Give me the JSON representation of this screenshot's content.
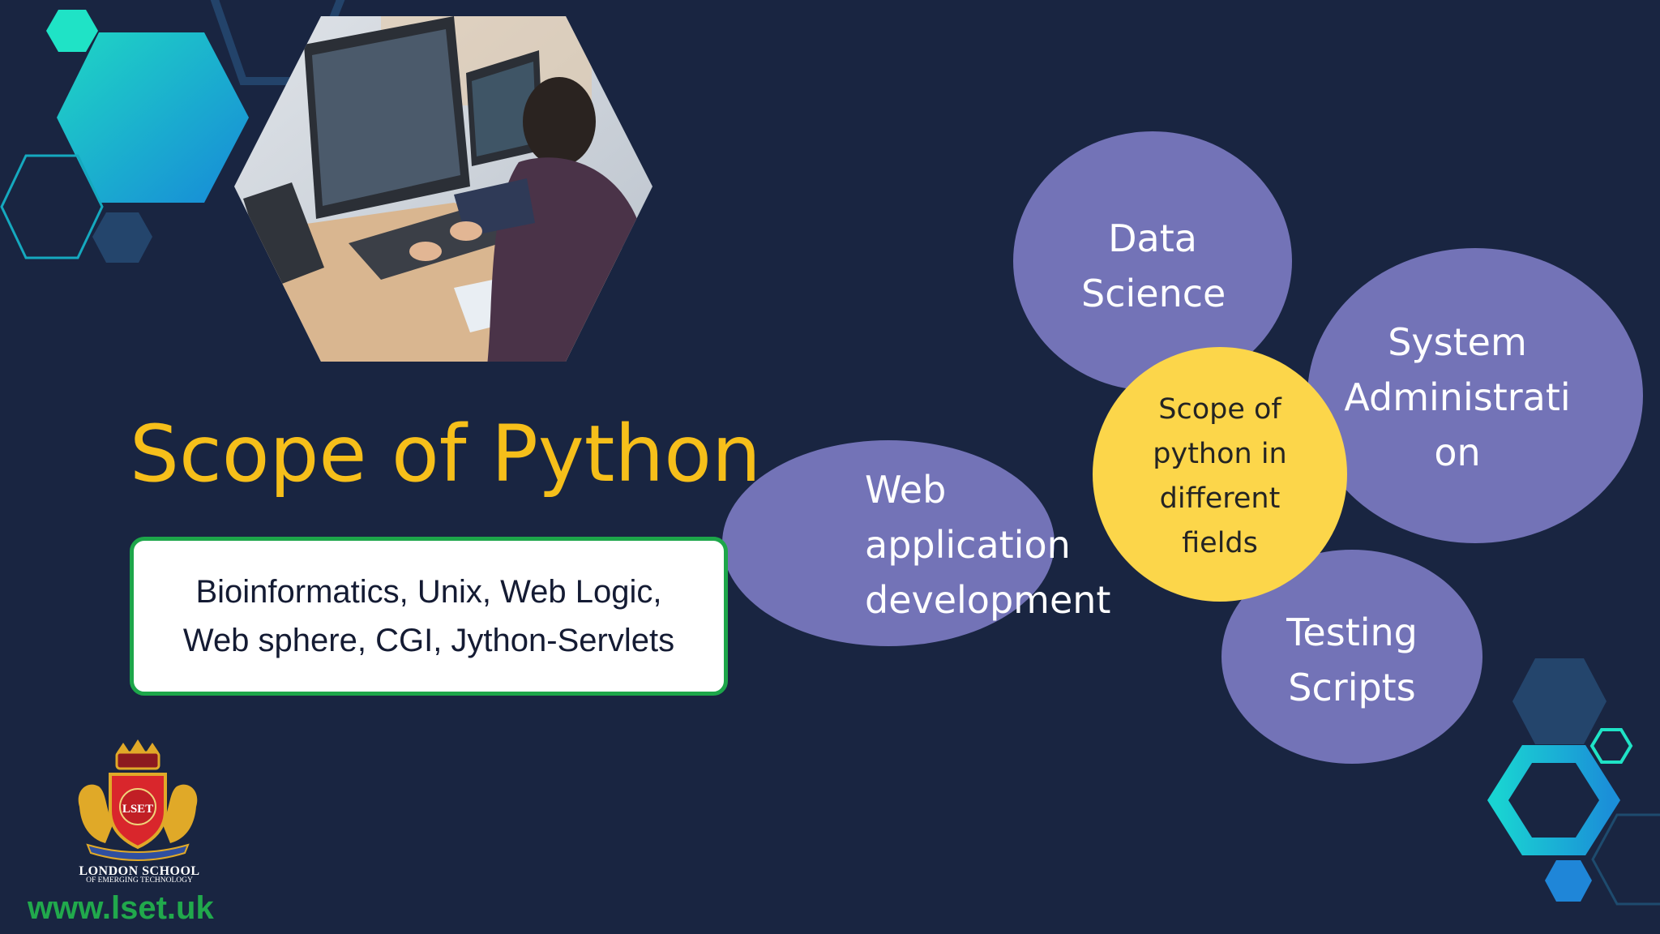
{
  "slide": {
    "title": "Scope of Python",
    "fields_box": {
      "line1": "Bioinformatics, Unix, Web Logic,",
      "line2": "Web sphere, CGI, Jython-Servlets"
    }
  },
  "diagram": {
    "center": [
      "Scope of",
      "python in",
      "different",
      "fields"
    ],
    "bubbles": [
      {
        "id": "data-science",
        "lines": [
          "Data",
          "Science"
        ]
      },
      {
        "id": "system-administration",
        "lines": [
          "System",
          "Administrati",
          "on"
        ]
      },
      {
        "id": "web-application-development",
        "lines": [
          "Web",
          "application",
          "development"
        ]
      },
      {
        "id": "testing-scripts",
        "lines": [
          "Testing",
          "Scripts"
        ]
      }
    ]
  },
  "logo": {
    "badge_text": "LSET",
    "name": "LONDON SCHOOL",
    "subtitle": "OF EMERGING TECHNOLOGY",
    "website": "www.lset.uk"
  },
  "colors": {
    "background": "#192541",
    "title": "#f6bf1a",
    "bubble": "#7373b7",
    "center_bubble": "#fcd64a",
    "box_border": "#1da64a",
    "website": "#21a94c",
    "hex_cyan": "#12c6d9",
    "hex_teal": "#1fe3c6"
  },
  "images": {
    "hero_photo": "person-coding-at-computer-icon"
  }
}
